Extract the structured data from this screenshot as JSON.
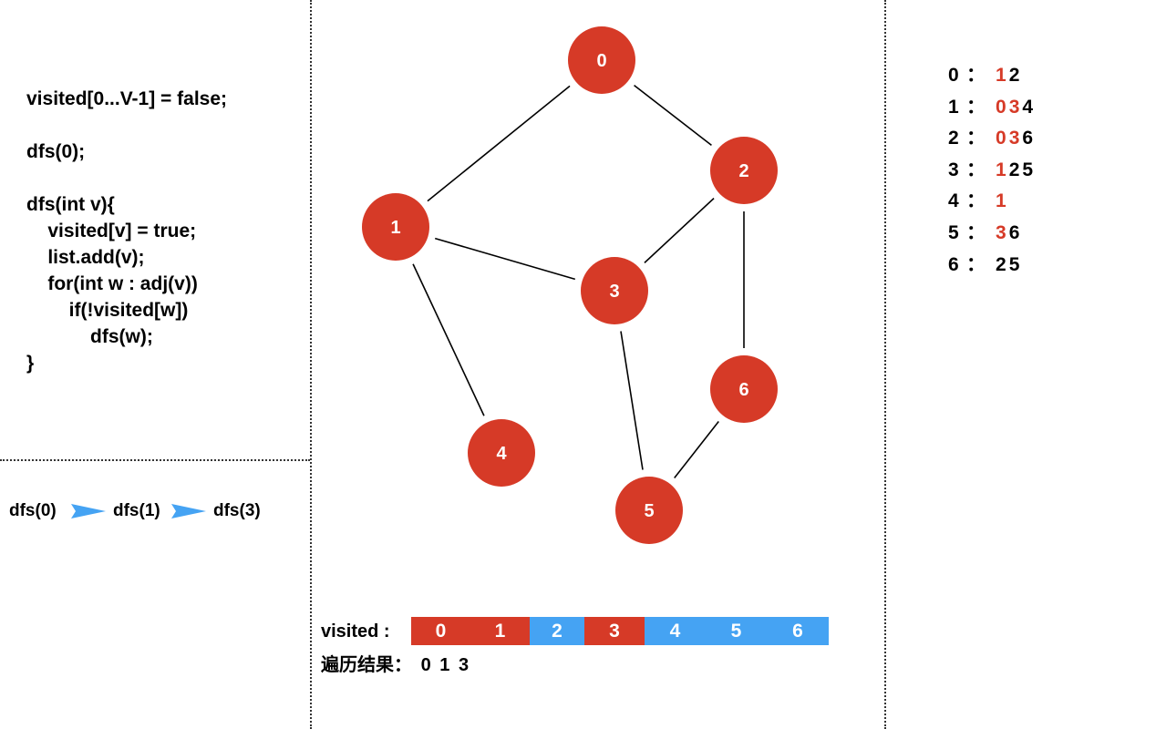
{
  "code": {
    "lines": [
      "visited[0...V-1] = false;",
      "",
      "dfs(0);",
      "",
      "dfs(int v){",
      "    visited[v] = true;",
      "    list.add(v);",
      "    for(int w : adj(v))",
      "        if(!visited[w])",
      "            dfs(w);",
      "}"
    ]
  },
  "call_trace": [
    "dfs(0)",
    "dfs(1)",
    "dfs(3)"
  ],
  "graph": {
    "nodes": [
      "0",
      "1",
      "2",
      "3",
      "4",
      "5",
      "6"
    ],
    "edges": [
      [
        "0",
        "1"
      ],
      [
        "0",
        "2"
      ],
      [
        "1",
        "3"
      ],
      [
        "1",
        "4"
      ],
      [
        "2",
        "3"
      ],
      [
        "2",
        "6"
      ],
      [
        "3",
        "5"
      ],
      [
        "5",
        "6"
      ]
    ],
    "visited_nodes": [
      "0",
      "1",
      "3"
    ],
    "node_color": "#d63a27",
    "edge_color": "#000000"
  },
  "visited_array": {
    "label": "visited :",
    "cells": [
      {
        "index": "0",
        "visited": true
      },
      {
        "index": "1",
        "visited": true
      },
      {
        "index": "2",
        "visited": false
      },
      {
        "index": "3",
        "visited": true
      },
      {
        "index": "4",
        "visited": false
      },
      {
        "index": "5",
        "visited": false
      },
      {
        "index": "6",
        "visited": false
      }
    ],
    "visited_color": "#d63a27",
    "unvisited_color": "#45a3f3"
  },
  "result": {
    "label": "遍历结果：",
    "values": [
      "0",
      "1",
      "3"
    ]
  },
  "adjacency": {
    "separator": "：",
    "rows": [
      {
        "vertex": "0",
        "neighbors": [
          {
            "v": "1",
            "hl": true
          },
          {
            "v": "2",
            "hl": false
          }
        ]
      },
      {
        "vertex": "1",
        "neighbors": [
          {
            "v": "0",
            "hl": true
          },
          {
            "v": "3",
            "hl": true
          },
          {
            "v": "4",
            "hl": false
          }
        ]
      },
      {
        "vertex": "2",
        "neighbors": [
          {
            "v": "0",
            "hl": true
          },
          {
            "v": "3",
            "hl": true
          },
          {
            "v": "6",
            "hl": false
          }
        ]
      },
      {
        "vertex": "3",
        "neighbors": [
          {
            "v": "1",
            "hl": true
          },
          {
            "v": "2",
            "hl": false
          },
          {
            "v": "5",
            "hl": false
          }
        ]
      },
      {
        "vertex": "4",
        "neighbors": [
          {
            "v": "1",
            "hl": true
          }
        ]
      },
      {
        "vertex": "5",
        "neighbors": [
          {
            "v": "3",
            "hl": true
          },
          {
            "v": "6",
            "hl": false
          }
        ]
      },
      {
        "vertex": "6",
        "neighbors": [
          {
            "v": "2",
            "hl": false
          },
          {
            "v": "5",
            "hl": false
          }
        ]
      }
    ],
    "highlight_color": "#d63a27"
  },
  "arrow_color": "#45a3f3"
}
